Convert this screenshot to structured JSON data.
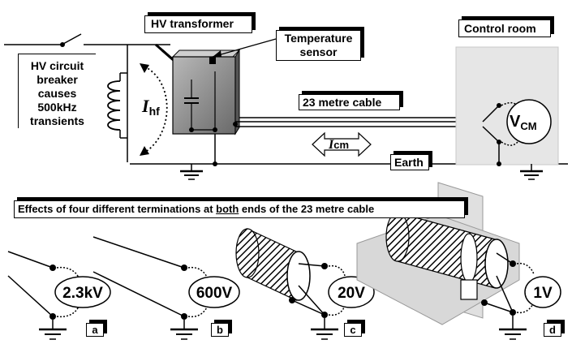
{
  "labels": {
    "hv_transformer": "HV transformer",
    "temperature_sensor_line1": "Temperature",
    "temperature_sensor_line2": "sensor",
    "control_room": "Control room",
    "breaker_line1": "HV circuit",
    "breaker_line2": "breaker",
    "breaker_line3": "causes",
    "breaker_line4": "500kHz",
    "breaker_line5": "transients",
    "cable": "23 metre cable",
    "earth": "Earth",
    "ihf_main": "I",
    "ihf_sub": "hf",
    "icm_main": "I",
    "icm_sub": "cm",
    "vcm_main": "V",
    "vcm_sub": "CM"
  },
  "effects_banner": {
    "before": "Effects of four different terminations at ",
    "underlined": "both",
    "after": " ends of the 23 metre cable"
  },
  "terminations": [
    {
      "voltage": "2.3kV",
      "tag": "a"
    },
    {
      "voltage": "600V",
      "tag": "b"
    },
    {
      "voltage": "20V",
      "tag": "c"
    },
    {
      "voltage": "1V",
      "tag": "d"
    }
  ],
  "colors": {
    "transformer_fill": "#8a8a8a",
    "control_room_fill": "#e6e6e6",
    "plate_fill": "#e0e0e0"
  }
}
